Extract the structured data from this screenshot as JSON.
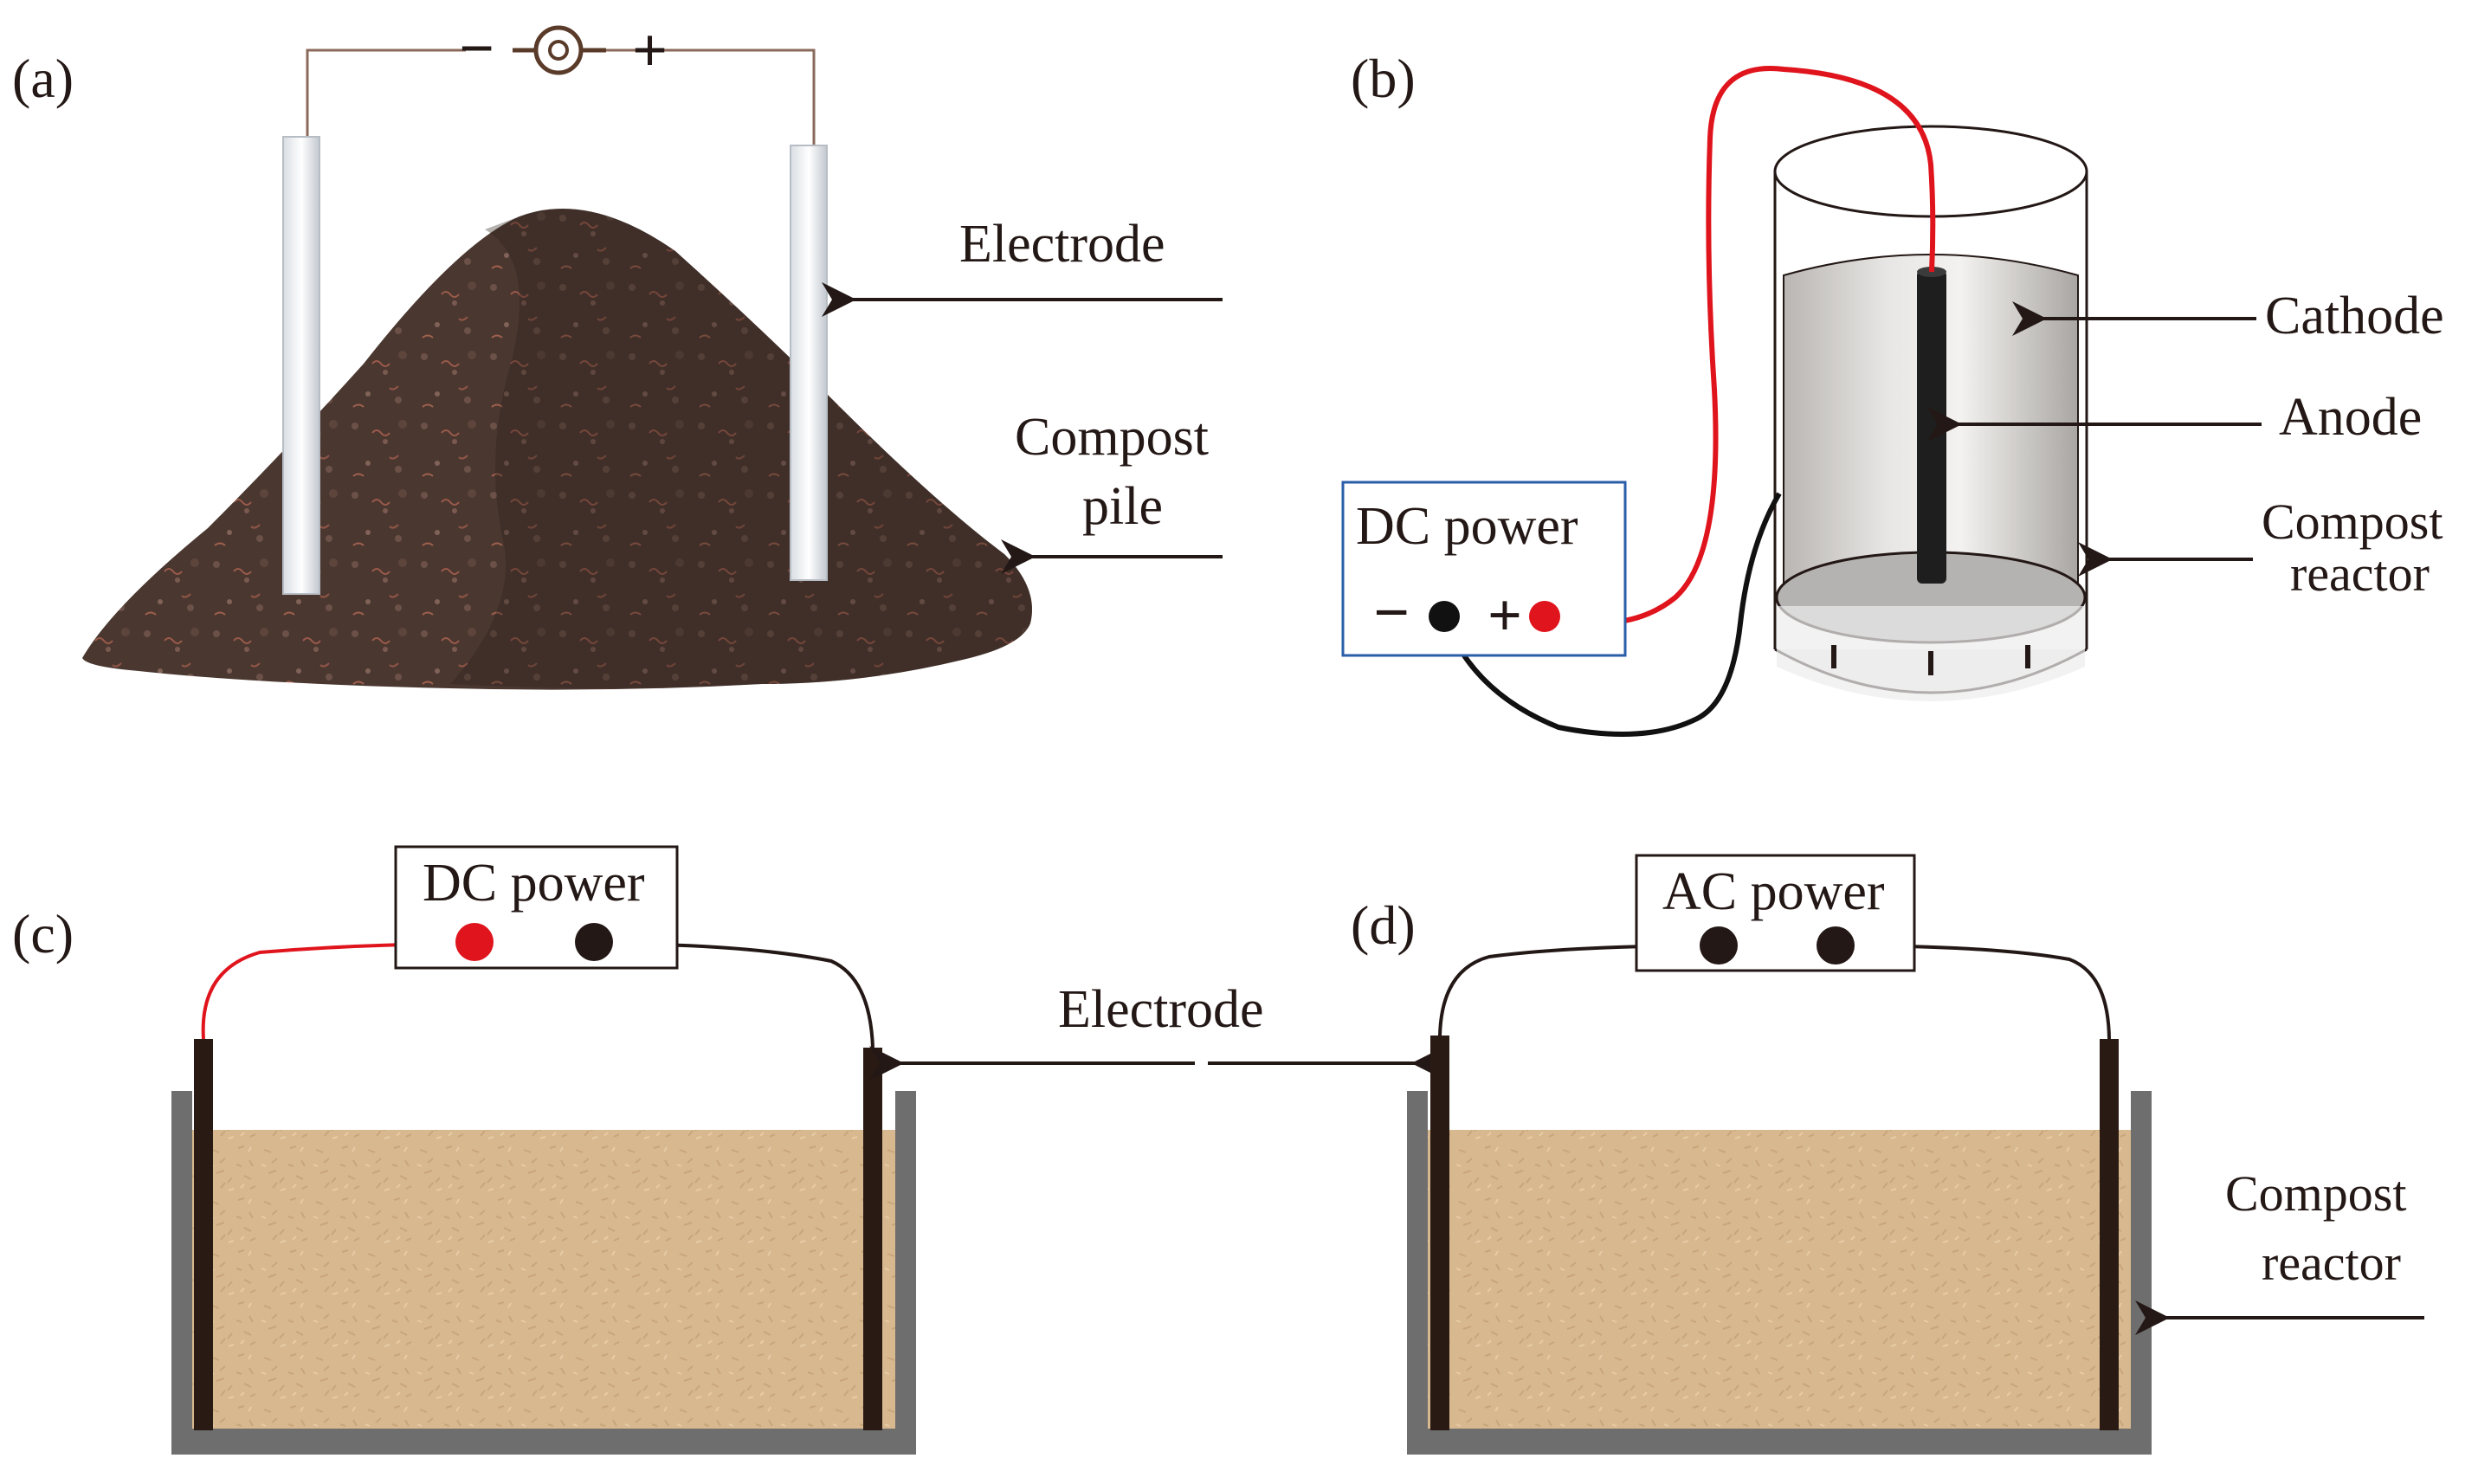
{
  "panels": {
    "a": {
      "label": "(a)",
      "battery_minus": "−",
      "battery_plus": "+",
      "electrode_label": "Electrode",
      "pile_label_line1": "Compost",
      "pile_label_line2": "pile"
    },
    "b": {
      "label": "(b)",
      "power_label": "DC power",
      "minus_sign": "−",
      "plus_sign": "+",
      "cathode_label": "Cathode",
      "anode_label": "Anode",
      "reactor_label_line1": "Compost",
      "reactor_label_line2": "reactor"
    },
    "c": {
      "label": "(c)",
      "power_label": "DC power"
    },
    "d": {
      "label": "(d)",
      "power_label": "AC power",
      "reactor_label_line1": "Compost",
      "reactor_label_line2": "reactor"
    },
    "shared": {
      "electrode_label": "Electrode"
    }
  },
  "colors": {
    "soil_dark": "#4a3730",
    "compost_tan": "#d8b88f",
    "reactor_gray": "#6e6e6e",
    "electrode_dark": "#2a1a14",
    "red_wire": "#e0141c",
    "box_blue": "#2a5ea8"
  }
}
